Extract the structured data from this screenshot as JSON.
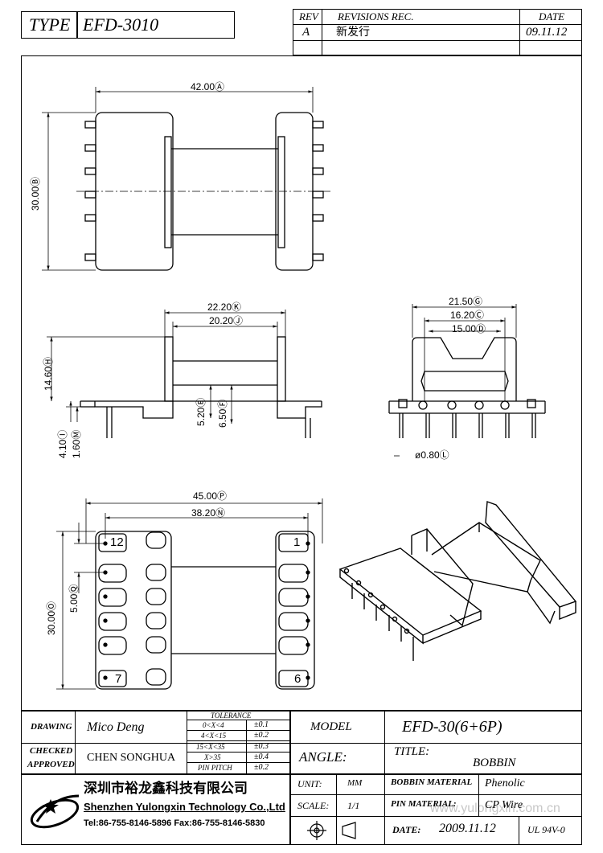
{
  "header": {
    "type_label": "TYPE",
    "type_value": "EFD-3010",
    "rev_label": "REV",
    "revisions_label": "REVISIONS REC.",
    "date_label": "DATE",
    "rev_value": "A",
    "revision_text": "新发行",
    "rev_date": "09.11.12"
  },
  "dimensions": {
    "d1": "42.00Ⓐ",
    "d2": "30.00Ⓑ",
    "d3": "22.20Ⓚ",
    "d4": "20.20Ⓙ",
    "d5": "14.60Ⓗ",
    "d6": "5.20Ⓔ",
    "d7": "6.50Ⓕ",
    "d8": "4.10Ⓘ",
    "d9": "1.60Ⓜ",
    "d10": "21.50Ⓖ",
    "d11": "16.20Ⓒ",
    "d12": "15.00Ⓓ",
    "d13": "ø0.80Ⓛ",
    "d14": "45.00Ⓟ",
    "d15": "38.20Ⓝ",
    "d16": "30.00Ⓞ",
    "d17": "5.00Ⓠ"
  },
  "pins": {
    "p12": "12",
    "p1": "1",
    "p7": "7",
    "p6": "6"
  },
  "title_block": {
    "drawing_label": "DRAWING",
    "drawing_value": "Mico Deng",
    "checked_label": "CHECKED",
    "approved_label": "APPROVED",
    "approved_value": "CHEN SONGHUA",
    "tolerance_label": "TOLERANCE",
    "tolerances": [
      {
        "range": "0<X<4",
        "value": "±0.1"
      },
      {
        "range": "4<X<15",
        "value": "±0.2"
      },
      {
        "range": "15<X<35",
        "value": "±0.3"
      },
      {
        "range": "X>35",
        "value": "±0.4"
      },
      {
        "range": "PIN PITCH",
        "value": "±0.2"
      }
    ],
    "model_label": "MODEL",
    "model_value": "EFD-30(6+6P)",
    "angle_label": "ANGLE:",
    "title_label": "TITLE:",
    "title_value": "BOBBIN",
    "unit_label": "UNIT:",
    "unit_value": "MM",
    "scale_label": "SCALE:",
    "scale_value": "1/1",
    "bobbin_material_label": "BOBBIN MATERIAL",
    "bobbin_material_value": "Phenolic",
    "pin_material_label": "PIN MATERIAL:",
    "pin_material_value": "CP Wire",
    "date_label": "DATE:",
    "date_value": "2009.11.12",
    "ul_value": "UL 94V-0"
  },
  "company": {
    "name_cn": "深圳市裕龙鑫科技有限公司",
    "name_en": "Shenzhen Yulongxin Technology Co.,Ltd",
    "contact": "Tel:86-755-8146-5896  Fax:86-755-8146-5830"
  },
  "watermark": "www.yulongxin.com.cn"
}
